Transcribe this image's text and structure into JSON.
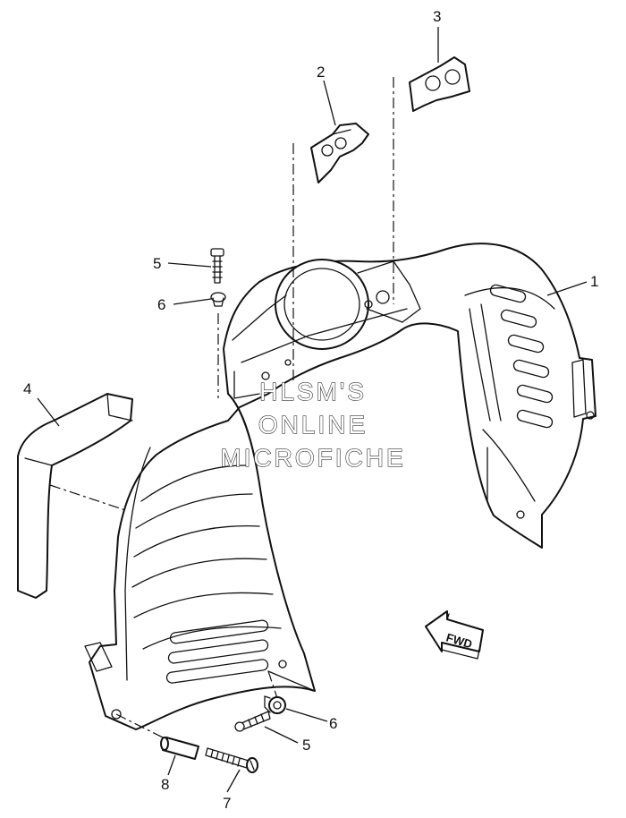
{
  "callouts": {
    "c1": "1",
    "c2": "2",
    "c3": "3",
    "c4": "4",
    "c5a": "5",
    "c5b": "5",
    "c6a": "6",
    "c6b": "6",
    "c7": "7",
    "c8": "8"
  },
  "watermark": {
    "line1": "HLSM'S",
    "line2": "ONLINE",
    "line3": "MICROFICHE"
  },
  "direction_arrow": {
    "label": "FWD"
  }
}
